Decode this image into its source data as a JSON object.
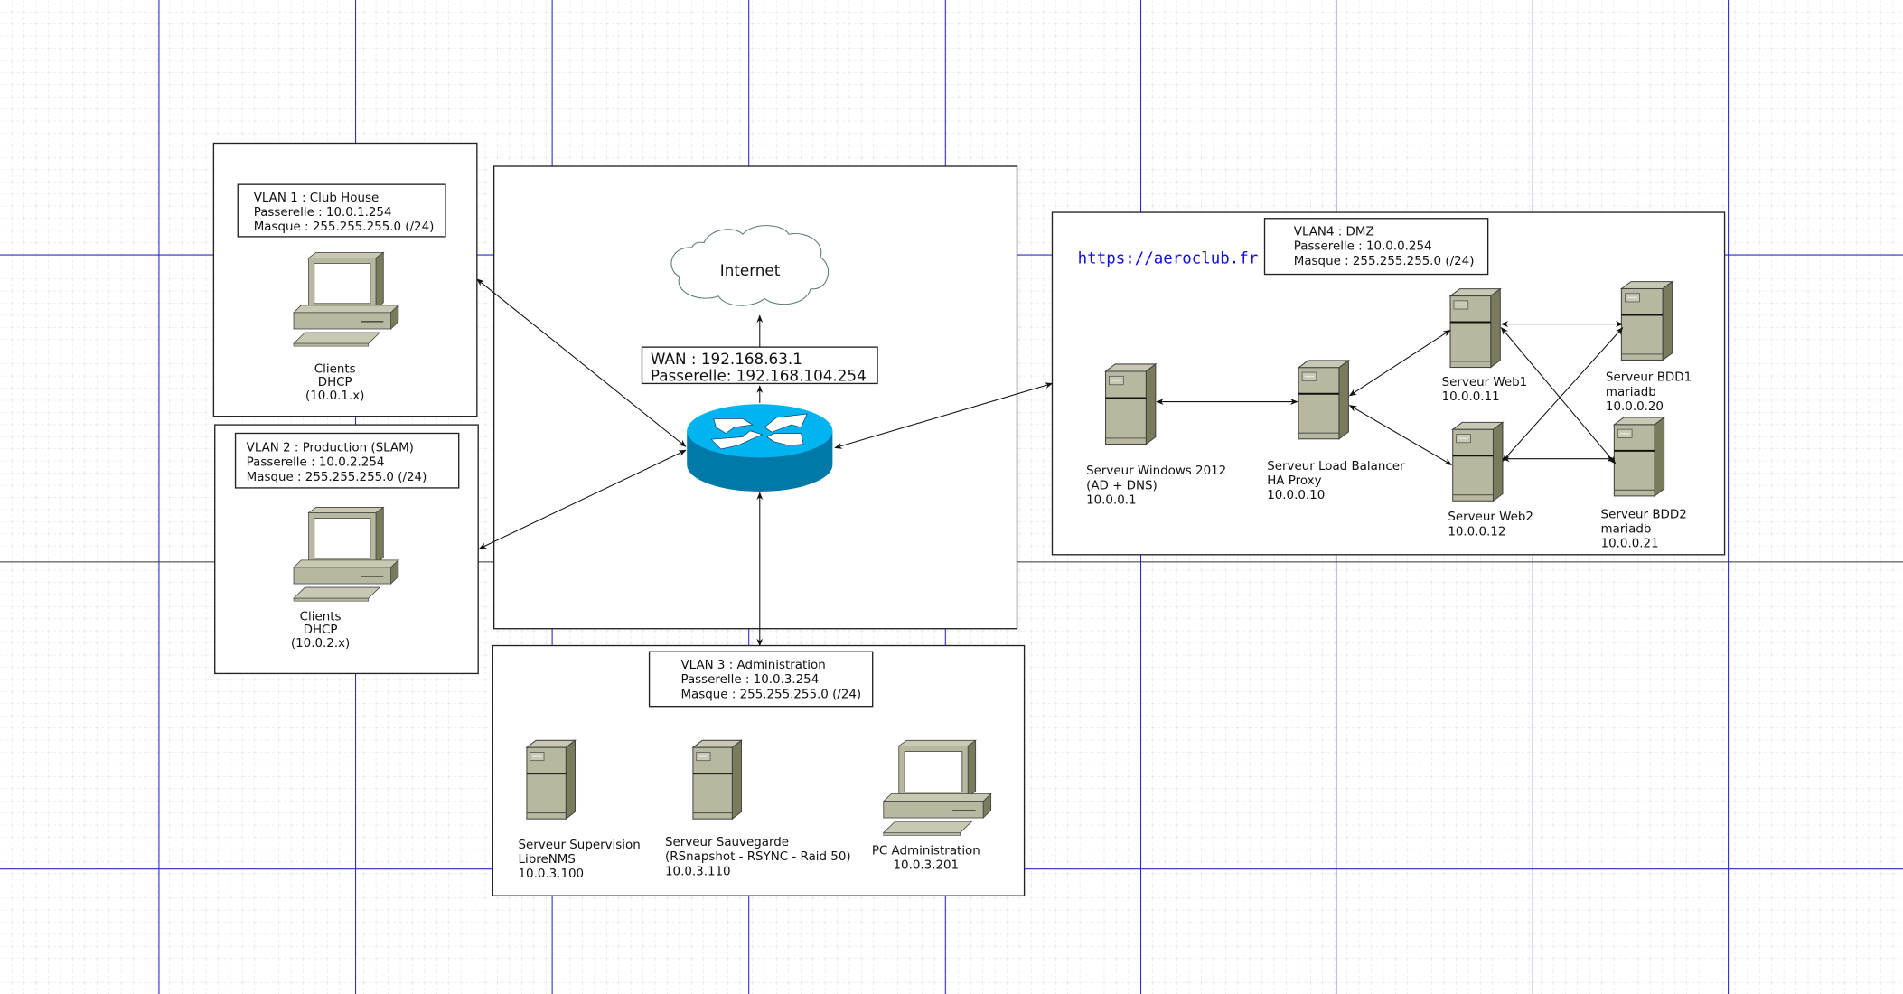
{
  "colors": {
    "grid_major": "#2a2ad0",
    "router_top": "#00b4f0",
    "router_side": "#0078a8",
    "device": "#b8b8a0",
    "url": "#1010e0"
  },
  "internet": {
    "label": "Internet"
  },
  "router": {
    "icon": "router-icon",
    "wan": "WAN : 192.168.63.1",
    "gateway": "Passerelle: 192.168.104.254"
  },
  "vlan1": {
    "title": "VLAN 1 : Club House",
    "gateway": "Passerelle : 10.0.1.254",
    "mask": "Masque : 255.255.255.0 (/24)",
    "clients": [
      "Clients",
      "DHCP",
      "(10.0.1.x)"
    ]
  },
  "vlan2": {
    "title": "VLAN 2 : Production (SLAM)",
    "gateway": "Passerelle : 10.0.2.254",
    "mask": "Masque : 255.255.255.0 (/24)",
    "clients": [
      "Clients",
      "DHCP",
      "(10.0.2.x)"
    ]
  },
  "vlan3": {
    "title": "VLAN 3 : Administration",
    "gateway": "Passerelle : 10.0.3.254",
    "mask": "Masque : 255.255.255.0 (/24)",
    "supervision": [
      "Serveur Supervision",
      "LibreNMS",
      "10.0.3.100"
    ],
    "backup": [
      "Serveur Sauvegarde",
      "(RSnapshot - RSYNC - Raid 50)",
      "10.0.3.110"
    ],
    "admin_pc": [
      "PC Administration",
      "10.0.3.201"
    ]
  },
  "vlan4": {
    "title": "VLAN4 : DMZ",
    "gateway": "Passerelle : 10.0.0.254",
    "mask": "Masque : 255.255.255.0 (/24)",
    "url": "https://aeroclub.fr",
    "windows": [
      "Serveur Windows 2012",
      "(AD + DNS)",
      "10.0.0.1"
    ],
    "lb": [
      "Serveur Load Balancer",
      "HA Proxy",
      "10.0.0.10"
    ],
    "web1": [
      "Serveur Web1",
      "10.0.0.11"
    ],
    "web2": [
      "Serveur Web2",
      "10.0.0.12"
    ],
    "bdd1": [
      "Serveur BDD1",
      "mariadb",
      "10.0.0.20"
    ],
    "bdd2": [
      "Serveur BDD2",
      "mariadb",
      "10.0.0.21"
    ]
  }
}
